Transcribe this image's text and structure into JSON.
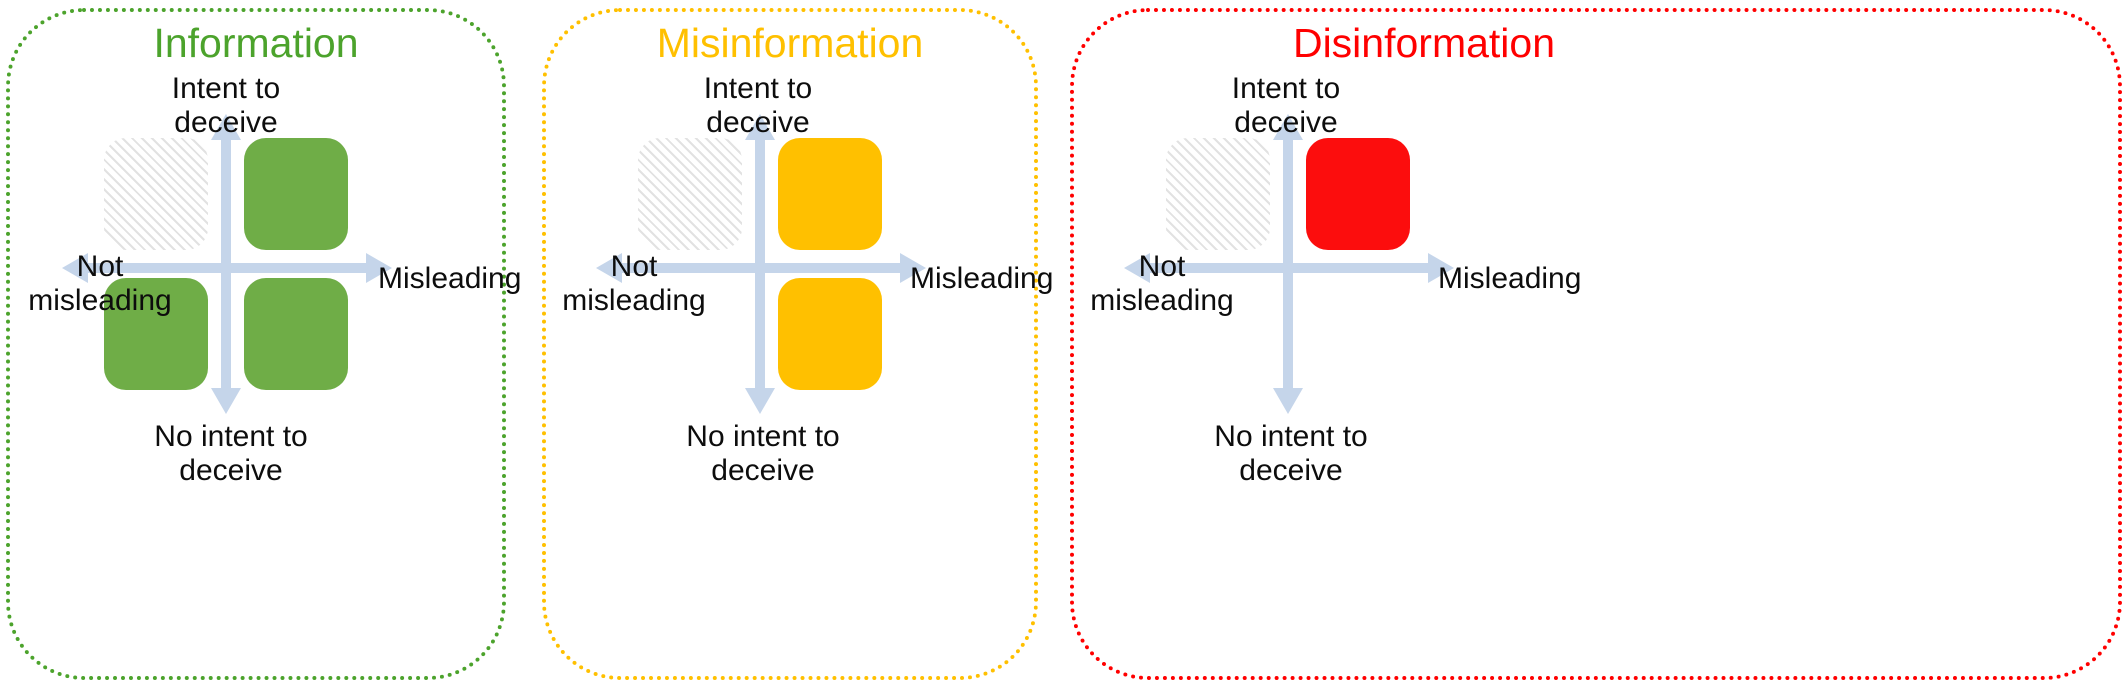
{
  "figure": {
    "type": "three-panel 2x2 quadrant diagram",
    "axis_colors": {
      "arrow": "#C5D5EA",
      "label_text": "#0D0D0D"
    },
    "axis_labels": {
      "top": "Intent to\ndeceive",
      "bottom": "No intent to\ndeceive",
      "left": "Not\nmisleading",
      "right": "Misleading"
    },
    "panels": [
      {
        "id": "information",
        "title": "Information",
        "title_color": "#4CA32C",
        "border_color": "#4CA32C",
        "fill_color": "#6FAD47",
        "quadrants": [
          {
            "position": "top-left",
            "x": "not-misleading",
            "y": "intent-to-deceive",
            "state": "hatched"
          },
          {
            "position": "top-right",
            "x": "misleading",
            "y": "intent-to-deceive",
            "state": "filled"
          },
          {
            "position": "bottom-left",
            "x": "not-misleading",
            "y": "no-intent-to-deceive",
            "state": "filled"
          },
          {
            "position": "bottom-right",
            "x": "misleading",
            "y": "no-intent-to-deceive",
            "state": "filled"
          }
        ]
      },
      {
        "id": "misinformation",
        "title": "Misinformation",
        "title_color": "#FFC000",
        "border_color": "#FFC000",
        "fill_color": "#FFC000",
        "quadrants": [
          {
            "position": "top-left",
            "x": "not-misleading",
            "y": "intent-to-deceive",
            "state": "hatched"
          },
          {
            "position": "top-right",
            "x": "misleading",
            "y": "intent-to-deceive",
            "state": "filled"
          },
          {
            "position": "bottom-left",
            "x": "not-misleading",
            "y": "no-intent-to-deceive",
            "state": "empty"
          },
          {
            "position": "bottom-right",
            "x": "misleading",
            "y": "no-intent-to-deceive",
            "state": "filled"
          }
        ]
      },
      {
        "id": "disinformation",
        "title": "Disinformation",
        "title_color": "#FF0000",
        "border_color": "#FF0000",
        "fill_color": "#FC0D0D",
        "quadrants": [
          {
            "position": "top-left",
            "x": "not-misleading",
            "y": "intent-to-deceive",
            "state": "hatched"
          },
          {
            "position": "top-right",
            "x": "misleading",
            "y": "intent-to-deceive",
            "state": "filled"
          },
          {
            "position": "bottom-left",
            "x": "not-misleading",
            "y": "no-intent-to-deceive",
            "state": "empty"
          },
          {
            "position": "bottom-right",
            "x": "misleading",
            "y": "no-intent-to-deceive",
            "state": "empty"
          }
        ]
      }
    ]
  }
}
